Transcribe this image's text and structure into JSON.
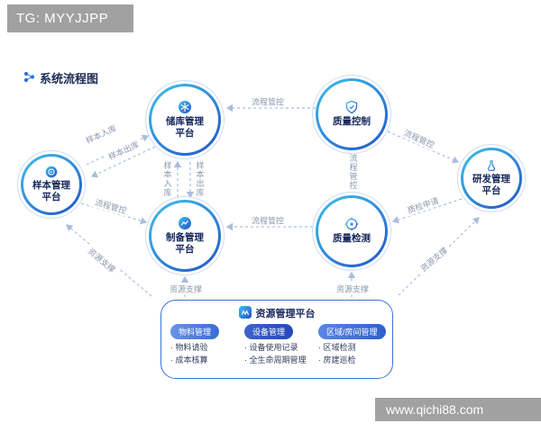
{
  "watermarks": {
    "top_left": "TG: MYYJJPP",
    "bottom_right": "www.qichi88.com"
  },
  "title": "系统流程图",
  "nodes": {
    "sample": {
      "label": "样本管理\n平台"
    },
    "storage": {
      "label": "储库管理\n平台"
    },
    "quality_control": {
      "label": "质量控制"
    },
    "rd": {
      "label": "研发管理\n平台"
    },
    "prep": {
      "label": "制备管理\n平台"
    },
    "inspection": {
      "label": "质量检测"
    }
  },
  "edges": {
    "storage_qc": "流程管控",
    "sample_in_diag": "样本入库",
    "sample_out_diag": "样本出库",
    "sample_in_vert": "样本入库",
    "sample_out_vert": "样本出库",
    "sample_prep": "流程管控",
    "qc_rd": "流程管控",
    "qc_inspection": "流程管控",
    "inspection_prep": "流程管控",
    "rd_inspection": "质检申请",
    "res_sample": "资源支撑",
    "res_prep": "资源支撑",
    "res_inspection": "资源支撑",
    "res_rd": "资源支撑"
  },
  "resource_panel": {
    "title": "资源管理平台",
    "columns": [
      {
        "header": "物料管理",
        "items": [
          "物料请验",
          "成本核算"
        ]
      },
      {
        "header": "设备管理",
        "items": [
          "设备使用记录",
          "全生命周期管理"
        ]
      },
      {
        "header": "区域/房间管理",
        "items": [
          "区域检测",
          "房建巡检"
        ]
      }
    ]
  },
  "icons": {
    "title": "flow-nodes-icon",
    "sample": "sample-tube-icon",
    "storage": "snowflake-circle-icon",
    "quality_control": "shield-check-icon",
    "rd": "flask-icon",
    "prep": "trend-chart-icon",
    "inspection": "target-icon",
    "resource": "wave-square-icon"
  },
  "colors": {
    "accent_blue": "#2e6bd6",
    "accent_cyan": "#3fc2ea",
    "node_text": "#14255a",
    "edge_line": "#a9bddd",
    "edge_label_gray": "#8b98ac",
    "watermark_bg": "#949494",
    "pill_blue": "#2f62cf"
  }
}
